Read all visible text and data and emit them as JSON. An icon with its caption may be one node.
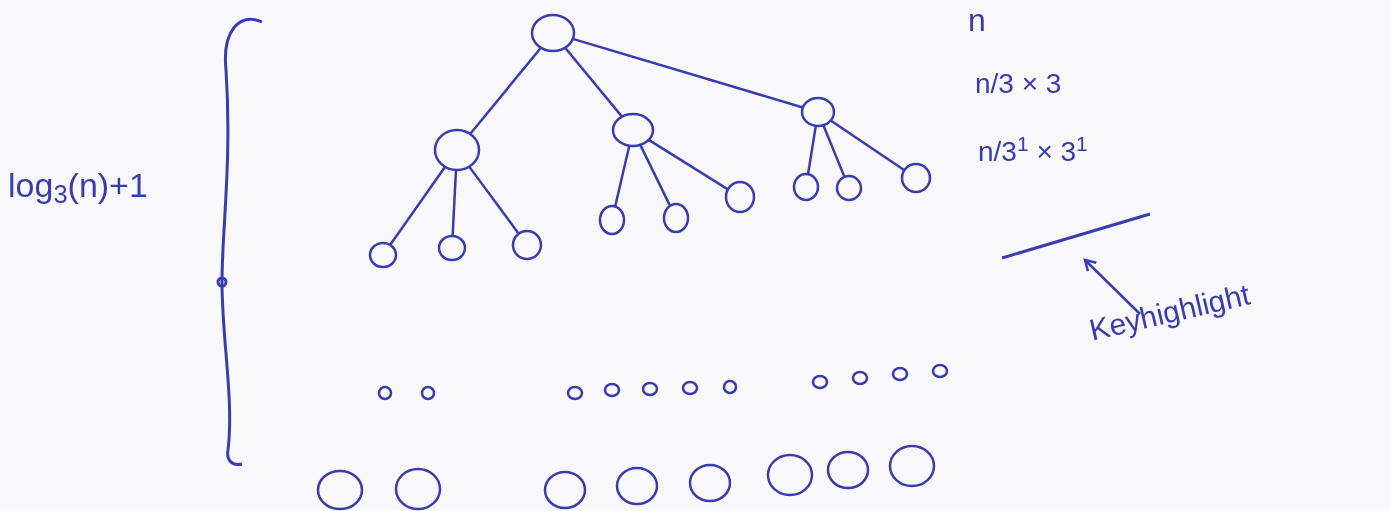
{
  "diagram": {
    "nodes": [
      {
        "text": [],
        "shape": "circle"
      },
      {
        "text": [],
        "shape": "circle"
      },
      {
        "text": [],
        "shape": "circle"
      },
      {
        "text": [],
        "shape": "circle"
      },
      {
        "text": [],
        "shape": "circle"
      },
      {
        "text": [],
        "shape": "circle"
      },
      {
        "text": [],
        "shape": "circle"
      },
      {
        "text": [],
        "shape": "circle"
      },
      {
        "text": [],
        "shape": "circle"
      },
      {
        "text": [],
        "shape": "circle"
      },
      {
        "text": [],
        "shape": "circle"
      },
      {
        "text": [],
        "shape": "circle"
      },
      {
        "text": [],
        "shape": "circle"
      },
      {
        "text": [],
        "shape": "circle"
      },
      {
        "text": [],
        "shape": "circle"
      },
      {
        "text": [],
        "shape": "circle"
      },
      {
        "text": [],
        "shape": "circle"
      },
      {
        "text": [],
        "shape": "circle"
      },
      {
        "text": [],
        "shape": "circle"
      },
      {
        "text": [],
        "shape": "circle"
      },
      {
        "text": [],
        "shape": "circle"
      },
      {
        "text": [],
        "shape": "circle"
      },
      {
        "text": [],
        "shape": "circle"
      },
      {
        "text": [],
        "shape": "circle"
      },
      {
        "text": [],
        "shape": "circle"
      },
      {
        "text": [],
        "shape": "circle"
      },
      {
        "text": [],
        "shape": "circle"
      },
      {
        "text": [],
        "shape": "circle"
      },
      {
        "text": [],
        "shape": "circle"
      },
      {
        "text": [],
        "shape": "circle"
      },
      {
        "text": [],
        "shape": "circle"
      },
      {
        "text": [],
        "shape": "circle"
      },
      {
        "text": [],
        "shape": "bar"
      },
      {
        "text": [
          "Keyhighlight"
        ]
      }
    ],
    "edges": [
      {
        "from": 0,
        "to": 1,
        "arrow": "none"
      },
      {
        "from": 0,
        "to": 2,
        "arrow": "none"
      },
      {
        "from": 0,
        "to": 3,
        "arrow": "none"
      },
      {
        "from": 1,
        "to": 4,
        "arrow": "none"
      },
      {
        "from": 1,
        "to": 5,
        "arrow": "none"
      },
      {
        "from": 1,
        "to": 6,
        "arrow": "none"
      },
      {
        "from": 2,
        "to": 7,
        "arrow": "none"
      },
      {
        "from": 2,
        "to": 8,
        "arrow": "none"
      },
      {
        "from": 2,
        "to": 9,
        "arrow": "none"
      },
      {
        "from": 3,
        "to": 10,
        "arrow": "none"
      },
      {
        "from": 3,
        "to": 11,
        "arrow": "none"
      },
      {
        "from": 3,
        "to": 12,
        "arrow": "none"
      },
      {
        "from": 33,
        "to": 32,
        "arrow": "to"
      }
    ],
    "labels": [
      "log$_{3}$(n)+1",
      "n",
      "n/3 × 3",
      "n/3$^{1}$ × 3$^{1}$"
    ]
  }
}
